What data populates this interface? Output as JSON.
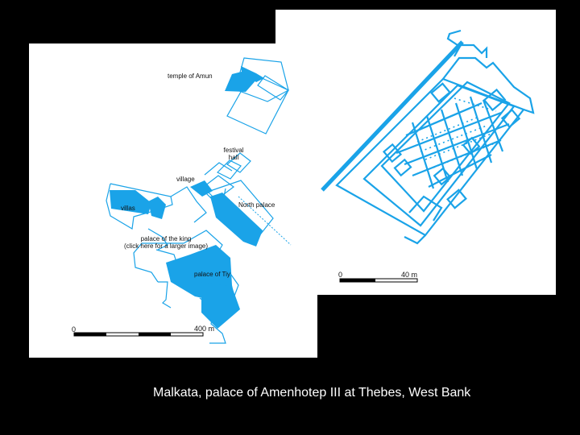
{
  "site_plan": {
    "labels": {
      "temple_of_amun": "temple of Amun",
      "festival_hall_line1": "festival",
      "festival_hall_line2": "hall",
      "village": "village",
      "villas": "villas",
      "north_palace": "North palace",
      "palace_of_the_king": "palace of the king",
      "click_note": "(click here for a larger image)",
      "palace_of_tiy": "palace of Tiy"
    },
    "scale_bar": {
      "start_label": "0",
      "end_label": "400 m"
    }
  },
  "palace_plan": {
    "scale_bar": {
      "start_label": "0",
      "end_label": "40 m"
    }
  },
  "caption": "Malkata, palace of Amenhotep III at Thebes, West Bank",
  "colors": {
    "plan_blue": "#1AA3E8",
    "background": "#000000",
    "panel": "#FFFFFF"
  }
}
